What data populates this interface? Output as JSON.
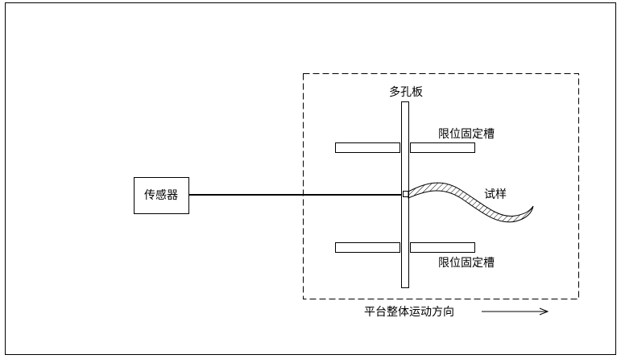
{
  "labels": {
    "sensor": "传感器",
    "porous_plate": "多孔板",
    "limit_slot_top": "限位固定槽",
    "limit_slot_bottom": "限位固定槽",
    "specimen": "试样",
    "motion_direction": "平台整体运动方向"
  },
  "colors": {
    "stroke": "#000000",
    "background": "#ffffff"
  }
}
